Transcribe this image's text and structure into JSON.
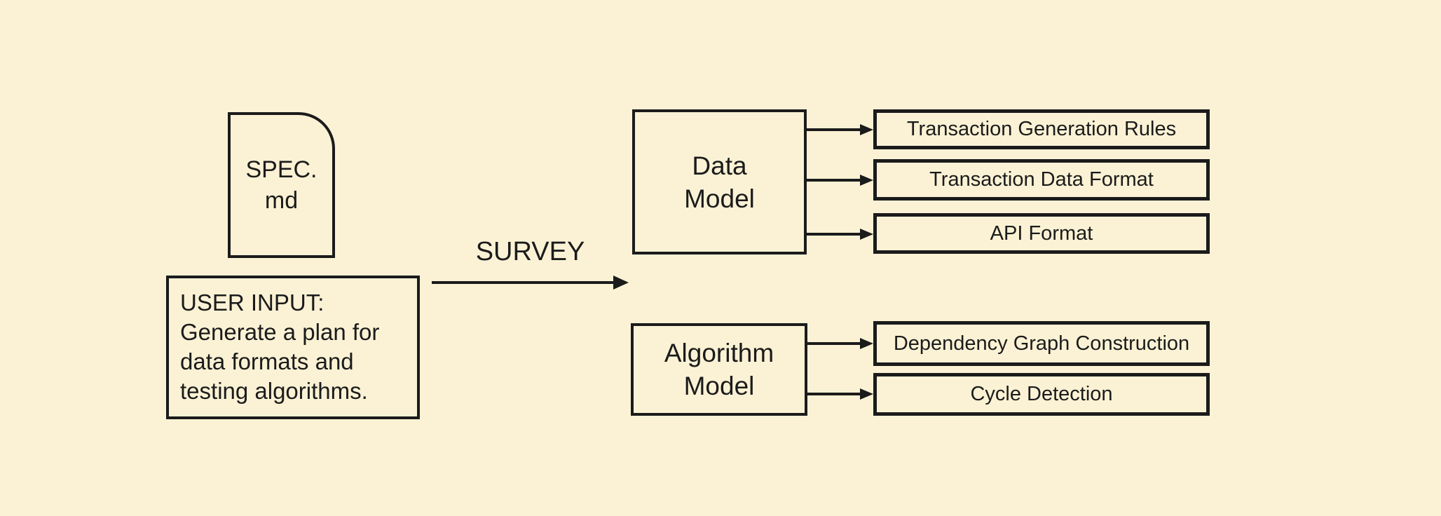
{
  "diagram": {
    "background_color": "#FBF2D5",
    "line_color": "#1B1B1B",
    "spec_doc": {
      "line1": "SPEC.",
      "line2": "md"
    },
    "user_input": {
      "line1": "USER INPUT:",
      "line2": "Generate a plan for",
      "line3": "data formats and",
      "line4": "testing algorithms."
    },
    "survey_arrow": {
      "label": "SURVEY"
    },
    "data_model": {
      "line1": "Data",
      "line2": "Model",
      "outputs": [
        "Transaction Generation Rules",
        "Transaction Data Format",
        "API Format"
      ]
    },
    "algorithm_model": {
      "line1": "Algorithm",
      "line2": "Model",
      "outputs": [
        "Dependency Graph Construction",
        "Cycle Detection"
      ]
    }
  }
}
